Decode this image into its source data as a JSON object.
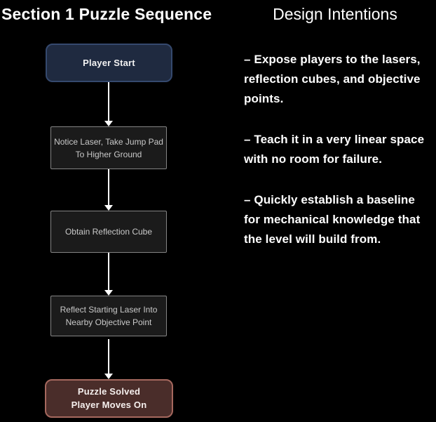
{
  "flowchart": {
    "title": "Section 1 Puzzle Sequence",
    "nodes": [
      {
        "type": "start",
        "label": "Player Start"
      },
      {
        "type": "process",
        "label": "Notice Laser, Take Jump Pad\nTo Higher Ground"
      },
      {
        "type": "process",
        "label": "Obtain Reflection Cube"
      },
      {
        "type": "process",
        "label": "Reflect Starting Laser Into\nNearby Objective Point"
      },
      {
        "type": "end",
        "label": "Puzzle Solved\nPlayer Moves On"
      }
    ]
  },
  "design": {
    "title": "Design Intentions",
    "bullets": [
      "– Expose players to the lasers,\nreflection cubes, and objective\npoints.",
      "– Teach it in a very linear space\nwith no room for failure.",
      "– Quickly establish a baseline\nfor mechanical knowledge that\nthe level will build from."
    ]
  },
  "colors": {
    "background": "#000000",
    "title_text": "#ffffff",
    "start_fill": "#1f2a40",
    "start_border": "#35496e",
    "process_fill": "#1b1b1b",
    "process_border": "#858585",
    "process_text": "#c9c9c9",
    "end_fill": "#4a2d2a",
    "end_border": "#a5685e",
    "node_text": "#f2f2f2",
    "arrow": "#ffffff"
  }
}
